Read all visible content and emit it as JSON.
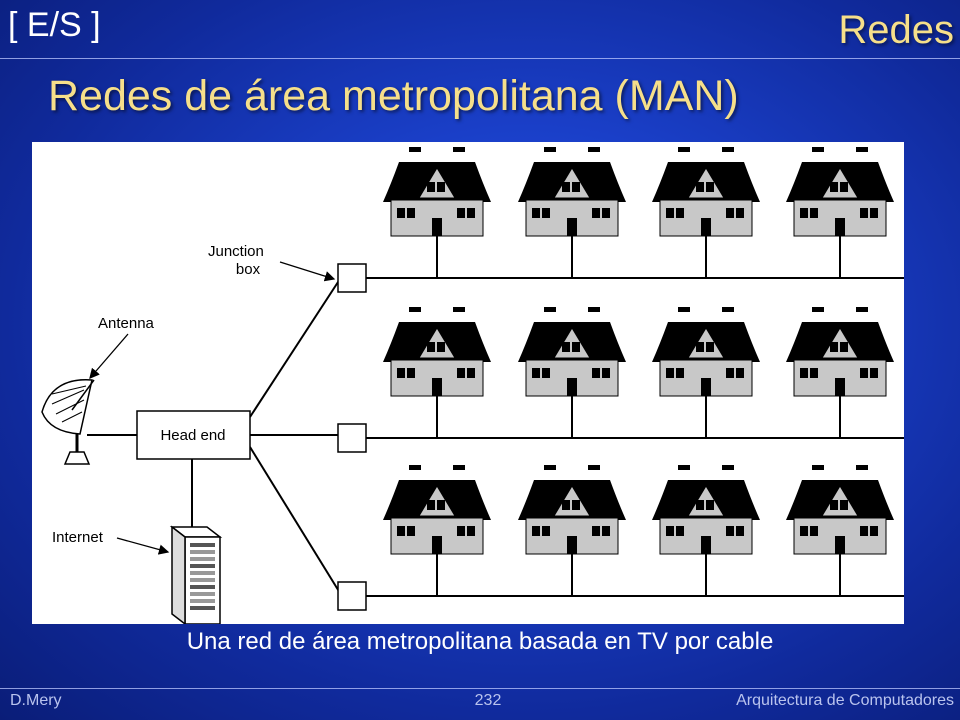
{
  "header": {
    "section_tag": "[ E/S ]",
    "topic": "Redes"
  },
  "slide": {
    "title": "Redes de área metropolitana (MAN)"
  },
  "diagram": {
    "labels": {
      "junction_box_line1": "Junction",
      "junction_box_line2": "box",
      "antenna": "Antenna",
      "head_end": "Head end",
      "internet": "Internet"
    },
    "house_rows": 3,
    "houses_per_row": 4
  },
  "caption": "Una red de área metropolitana basada en TV por cable",
  "footer": {
    "author": "D.Mery",
    "page": "232",
    "course": "Arquitectura de Computadores"
  }
}
